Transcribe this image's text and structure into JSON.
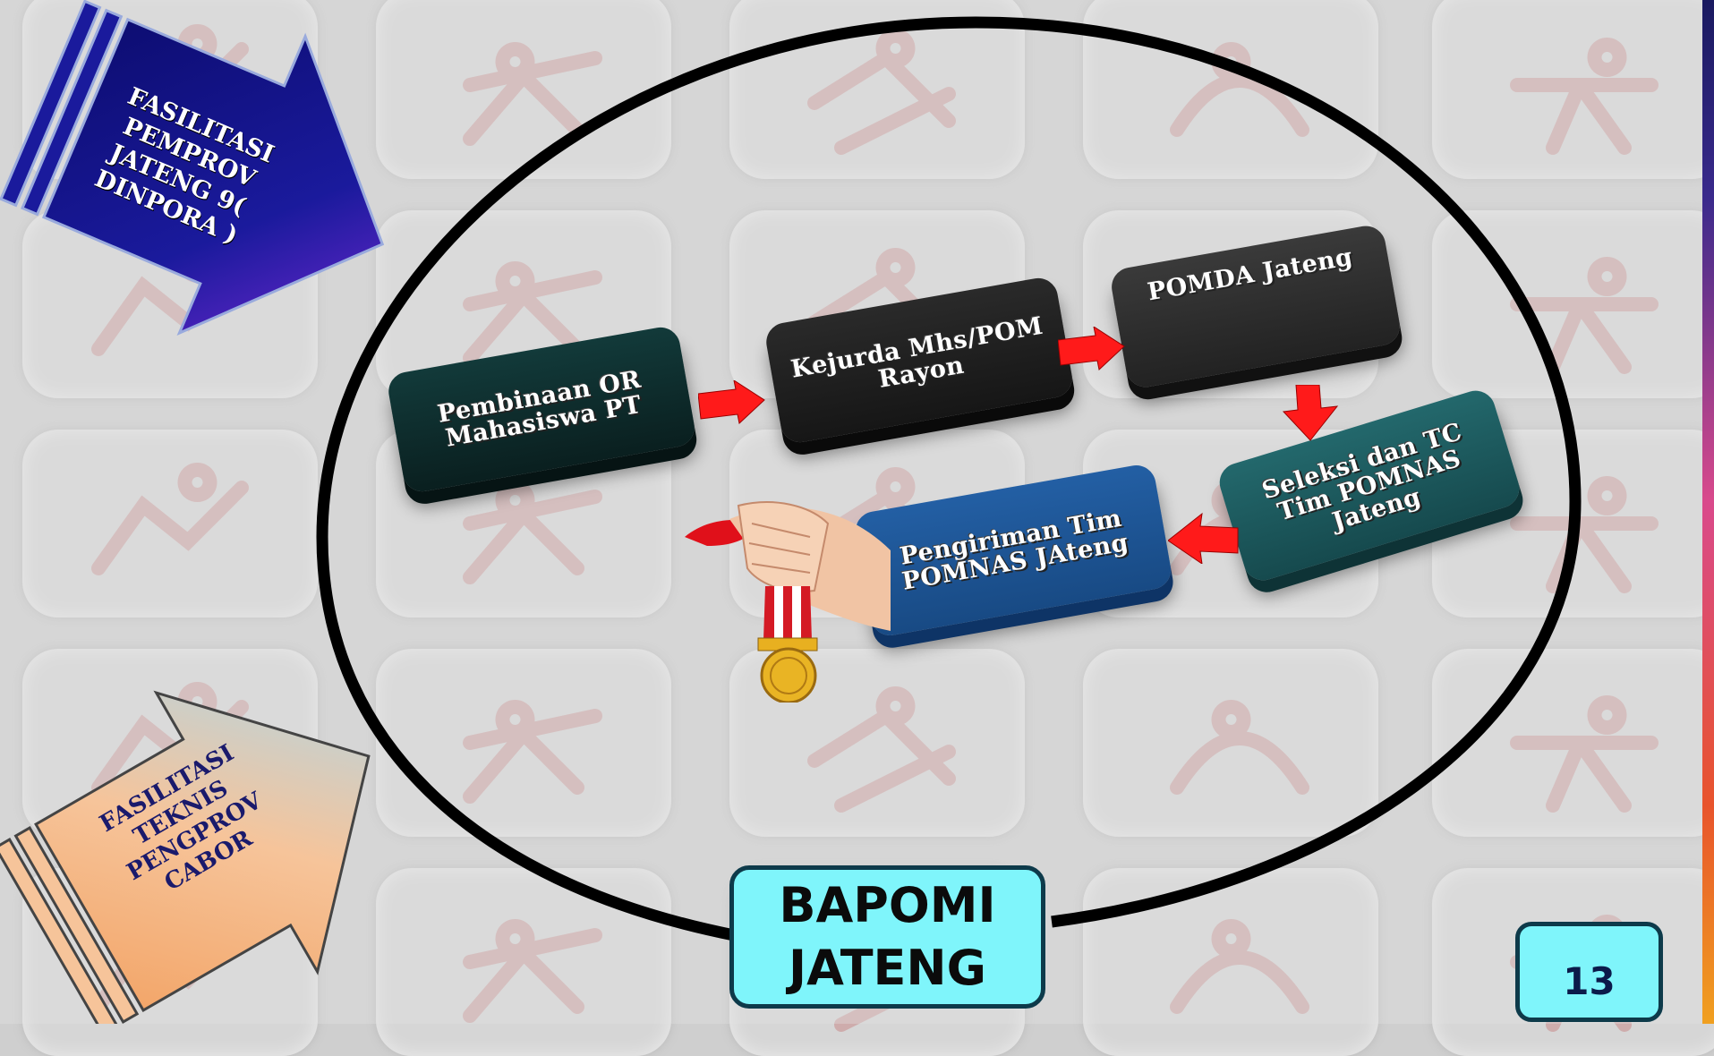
{
  "steps": [
    {
      "label": "Pembinaan OR Mahasiswa PT",
      "color": "#0e2a2a"
    },
    {
      "label": "Kejurda Mhs/POM Rayon",
      "color": "#1e1e1e"
    },
    {
      "label": "POMDA Jateng",
      "color": "#2c2c2c"
    },
    {
      "label": "Seleksi dan TC Tim POMNAS Jateng",
      "color": "#1e5a5e"
    },
    {
      "label": "Pengiriman Tim POMNAS JAteng",
      "color": "#1c4f8c"
    }
  ],
  "fasilitasi_pemprov": "FASILITASI PEMPROV JATENG 9( DINPORA )",
  "fasilitasi_teknis": "FASILITASI TEKNIS PENGPROV CABOR",
  "bapomi": "BAPOMI\nJATENG",
  "page_number": "13",
  "colors": {
    "ellipse": "#000000",
    "flow_arrow": "#ff1a1a",
    "bapomi_bg": "#7ff5fb",
    "pemprov_arrow": "#1a1a8c",
    "teknis_arrow": "#f3b68a"
  }
}
